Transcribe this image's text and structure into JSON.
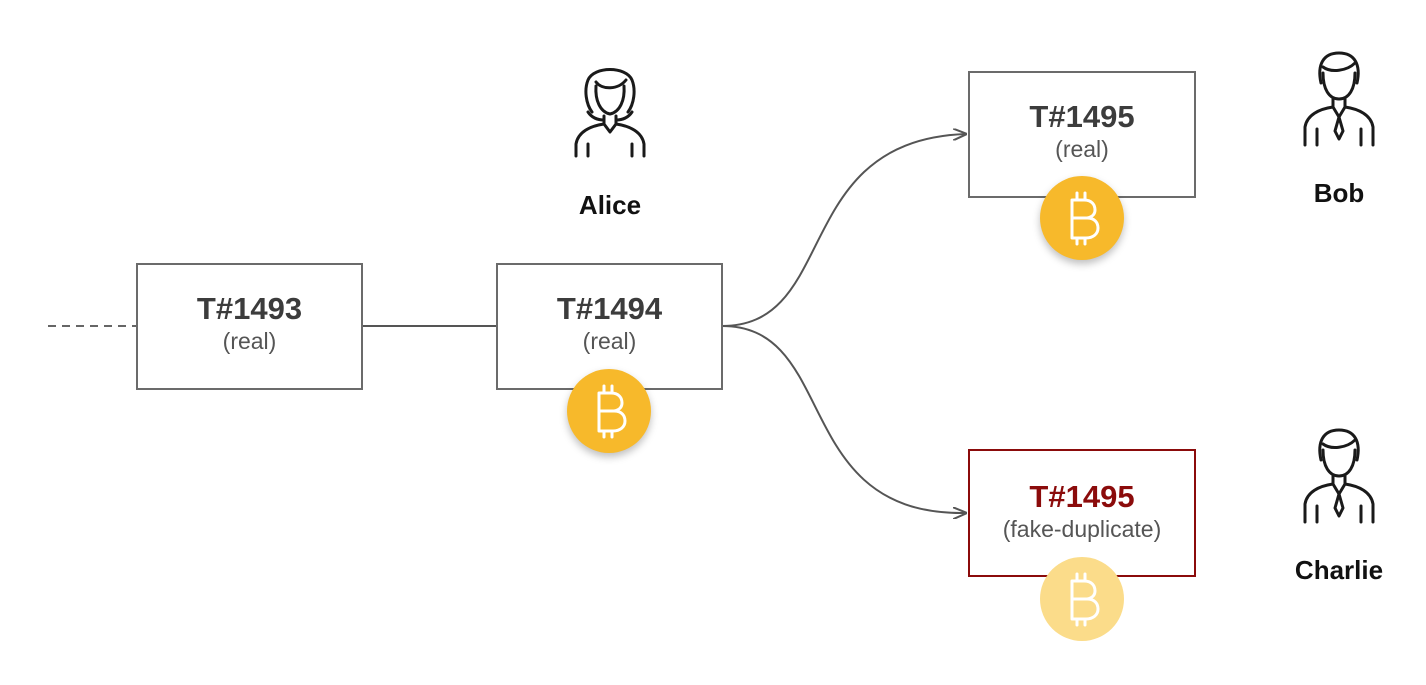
{
  "transactions": [
    {
      "id": "T#1493",
      "status": "(real)"
    },
    {
      "id": "T#1494",
      "status": "(real)"
    },
    {
      "id": "T#1495",
      "status": "(real)"
    },
    {
      "id": "T#1495",
      "status": "(fake-duplicate)"
    }
  ],
  "people": {
    "alice": "Alice",
    "bob": "Bob",
    "charlie": "Charlie"
  },
  "colors": {
    "box_border": "#6b6b6b",
    "fake_accent": "#8b0b0b",
    "coin": "#f7b92b",
    "coin_faded": "#fbdc8a",
    "connector": "#555555"
  },
  "icons": {
    "coin": "bitcoin-icon",
    "alice": "woman-icon",
    "bob": "man-icon",
    "charlie": "man-icon"
  }
}
